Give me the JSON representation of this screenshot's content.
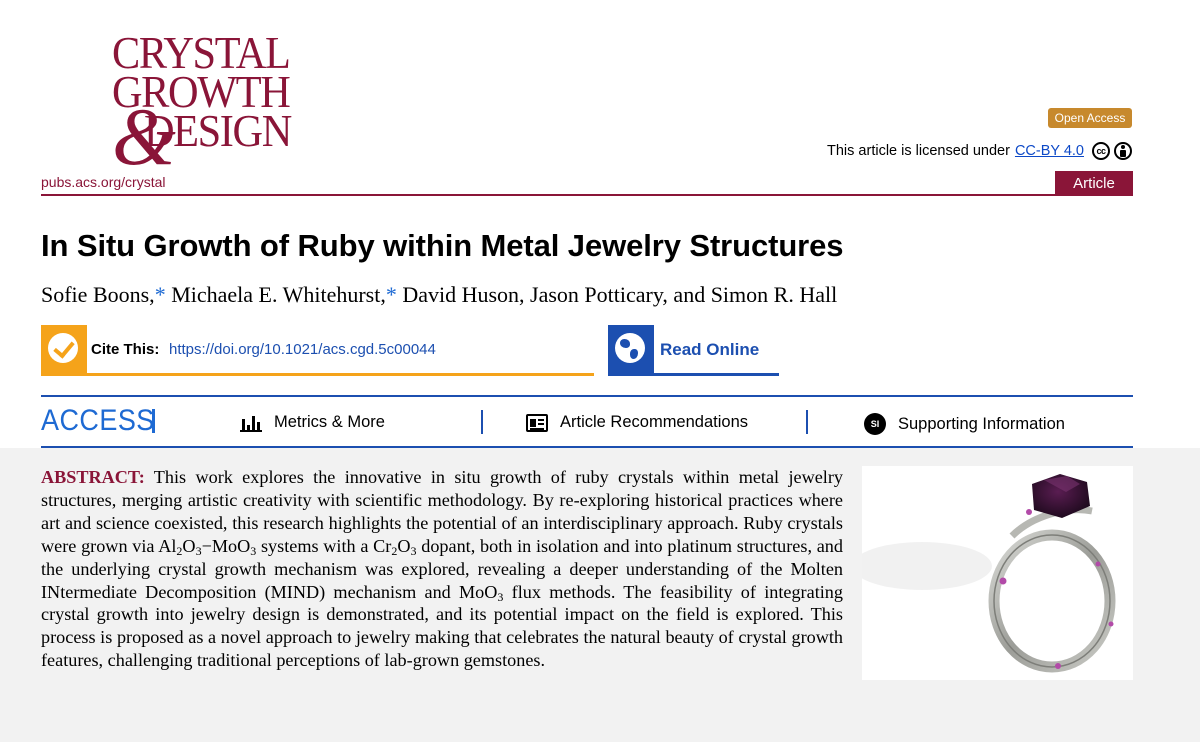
{
  "journal": {
    "logo_line1": "CRYSTAL",
    "logo_line2": "GROWTH",
    "logo_amp": "&",
    "logo_line3": "DESIGN",
    "url": "pubs.acs.org/crystal",
    "brand_color": "#8a1538"
  },
  "license": {
    "badge": "Open Access",
    "text": "This article is licensed under",
    "link": "CC-BY 4.0",
    "cc_icon": "cc-icon",
    "by_icon": "by-icon"
  },
  "article_type": "Article",
  "title": "In Situ Growth of Ruby within Metal Jewelry Structures",
  "authors": {
    "a1": "Sofie Boons,",
    "a2": "Michaela E. Whitehurst,",
    "rest": "David Huson, Jason Potticary, and Simon R. Hall",
    "star": "*"
  },
  "cite": {
    "label": "Cite This:",
    "doi": "https://doi.org/10.1021/acs.cgd.5c00044",
    "icon": "checkmark-icon",
    "color": "#f5a31a"
  },
  "read_online": {
    "label": "Read Online",
    "icon": "globe-icon",
    "color": "#1c4fb0"
  },
  "access": {
    "label": "ACCESS",
    "tabs": [
      {
        "label": "Metrics & More",
        "icon": "bar-chart-icon"
      },
      {
        "label": "Article Recommendations",
        "icon": "newspaper-icon"
      },
      {
        "label": "Supporting Information",
        "icon": "si-icon",
        "icon_text": "SI"
      }
    ]
  },
  "abstract": {
    "label": "ABSTRACT:",
    "t1": " This work explores the innovative in situ growth of ruby crystals within metal jewelry structures, merging artistic creativity with scientific methodology. By re-exploring historical practices where art and science coexisted, this research highlights the potential of an interdisciplinary approach. Ruby crystals were grown via Al",
    "s1": "2",
    "t2": "O",
    "s2": "3",
    "t3": "−MoO",
    "s3": "3",
    "t4": " systems with a Cr",
    "s4": "2",
    "t5": "O",
    "s5": "3",
    "t6": " dopant, both in isolation and into platinum structures, and the underlying crystal growth mechanism was explored, revealing a deeper understanding of the Molten INtermediate Decomposition (MIND) mechanism and MoO",
    "s6": "3",
    "t7": " flux methods. The feasibility of integrating crystal growth into jewelry design is demonstrated, and its potential impact on the field is explored. This process is proposed as a novel approach to jewelry making that celebrates the natural beauty of crystal growth features, challenging traditional perceptions of lab-grown gemstones."
  }
}
